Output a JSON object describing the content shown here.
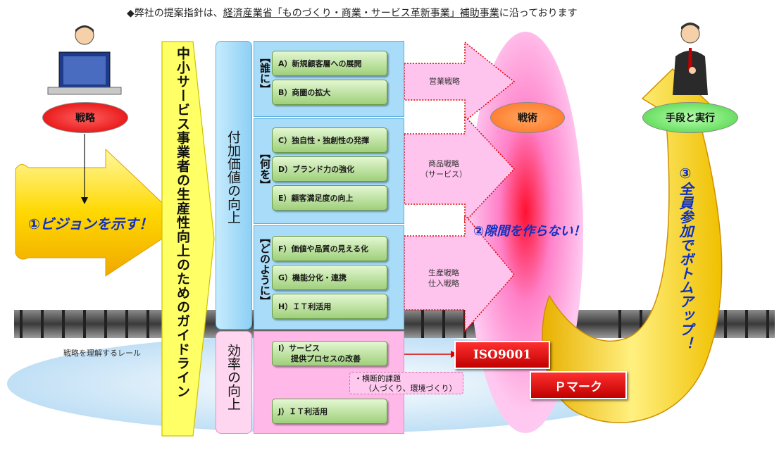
{
  "header": {
    "prefix": "◆弊社の提案指針は、",
    "underlined": "経済産業省「ものづくり・商業・サービス革新事業」補助事業",
    "suffix": "に沿っております"
  },
  "left": {
    "oval_label": "戦略",
    "vision_label": "①ビジョンを示す！",
    "rail_label": "戦略を理解するレール"
  },
  "guideline_title": "中小サービス事業者の生産性向上のためのガイドライン",
  "value_up_label": "付加価値の向上",
  "efficiency_label": "効率の向上",
  "groups": {
    "who": "【誰に】",
    "what": "【何を】",
    "how": "【どのように】"
  },
  "items": {
    "a": "A）新規顧客層への展開",
    "b": "B）商圏の拡大",
    "c": "C）独自性・独創性の発揮",
    "d": "D）ブランド力の強化",
    "e": "E）顧客満足度の向上",
    "f": "F）価値や品質の見える化",
    "g": "G）機能分化・連携",
    "h": "H）ＩＴ利活用",
    "i_line1": "I）サービス",
    "i_line2": "提供プロセスの改善",
    "j": "J）ＩＴ利活用"
  },
  "cross": {
    "line1": "・横断的課題",
    "line2": "（人づくり、環境づくり）"
  },
  "strategies": {
    "sales": "営業戦略",
    "product_line1": "商品戦略",
    "product_line2": "（サービス）",
    "production_line1": "生産戦略",
    "production_line2": "仕入戦略"
  },
  "center": {
    "oval_label": "戦術",
    "gap_label": "②隙間を作らない！"
  },
  "right": {
    "oval_label": "手段と実行",
    "bottom_up_label": "③全員参加でボトムアップ！"
  },
  "badges": {
    "iso": "ISO9001",
    "pmark": "Ｐマーク"
  },
  "colors": {
    "guideline_bg": "#ffff66",
    "value_bg": "#9fd7f5",
    "efficiency_bg": "#ffc6e8",
    "badge_red": "#e00000",
    "accent_blue": "#1030c0"
  }
}
